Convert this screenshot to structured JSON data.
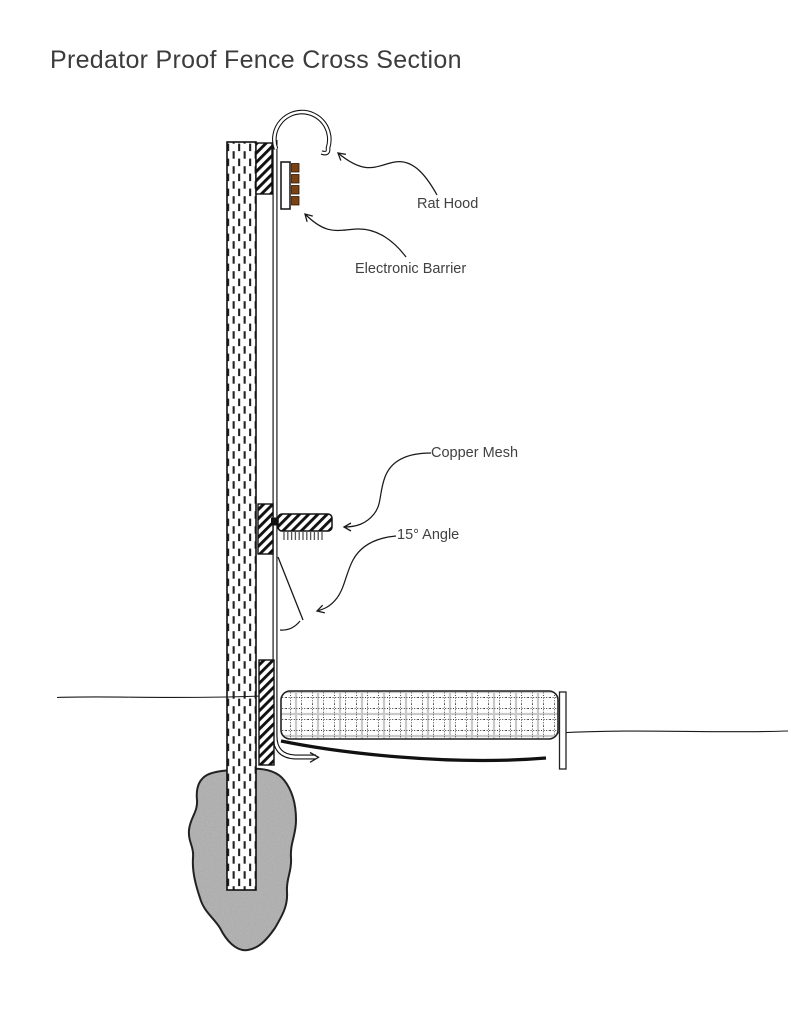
{
  "title": "Predator Proof Fence Cross Section",
  "labels": {
    "rat_hood": "Rat Hood",
    "electronic_barrier": "Electronic Barrier",
    "copper_mesh": "Copper Mesh",
    "angle": "15° Angle"
  },
  "colors": {
    "ink": "#1a1a1a",
    "label_text": "#414141",
    "led_brown": "#7b4111",
    "footing_gray": "#b9b9b9",
    "mesh_grid_gray": "#c9c9c9"
  }
}
